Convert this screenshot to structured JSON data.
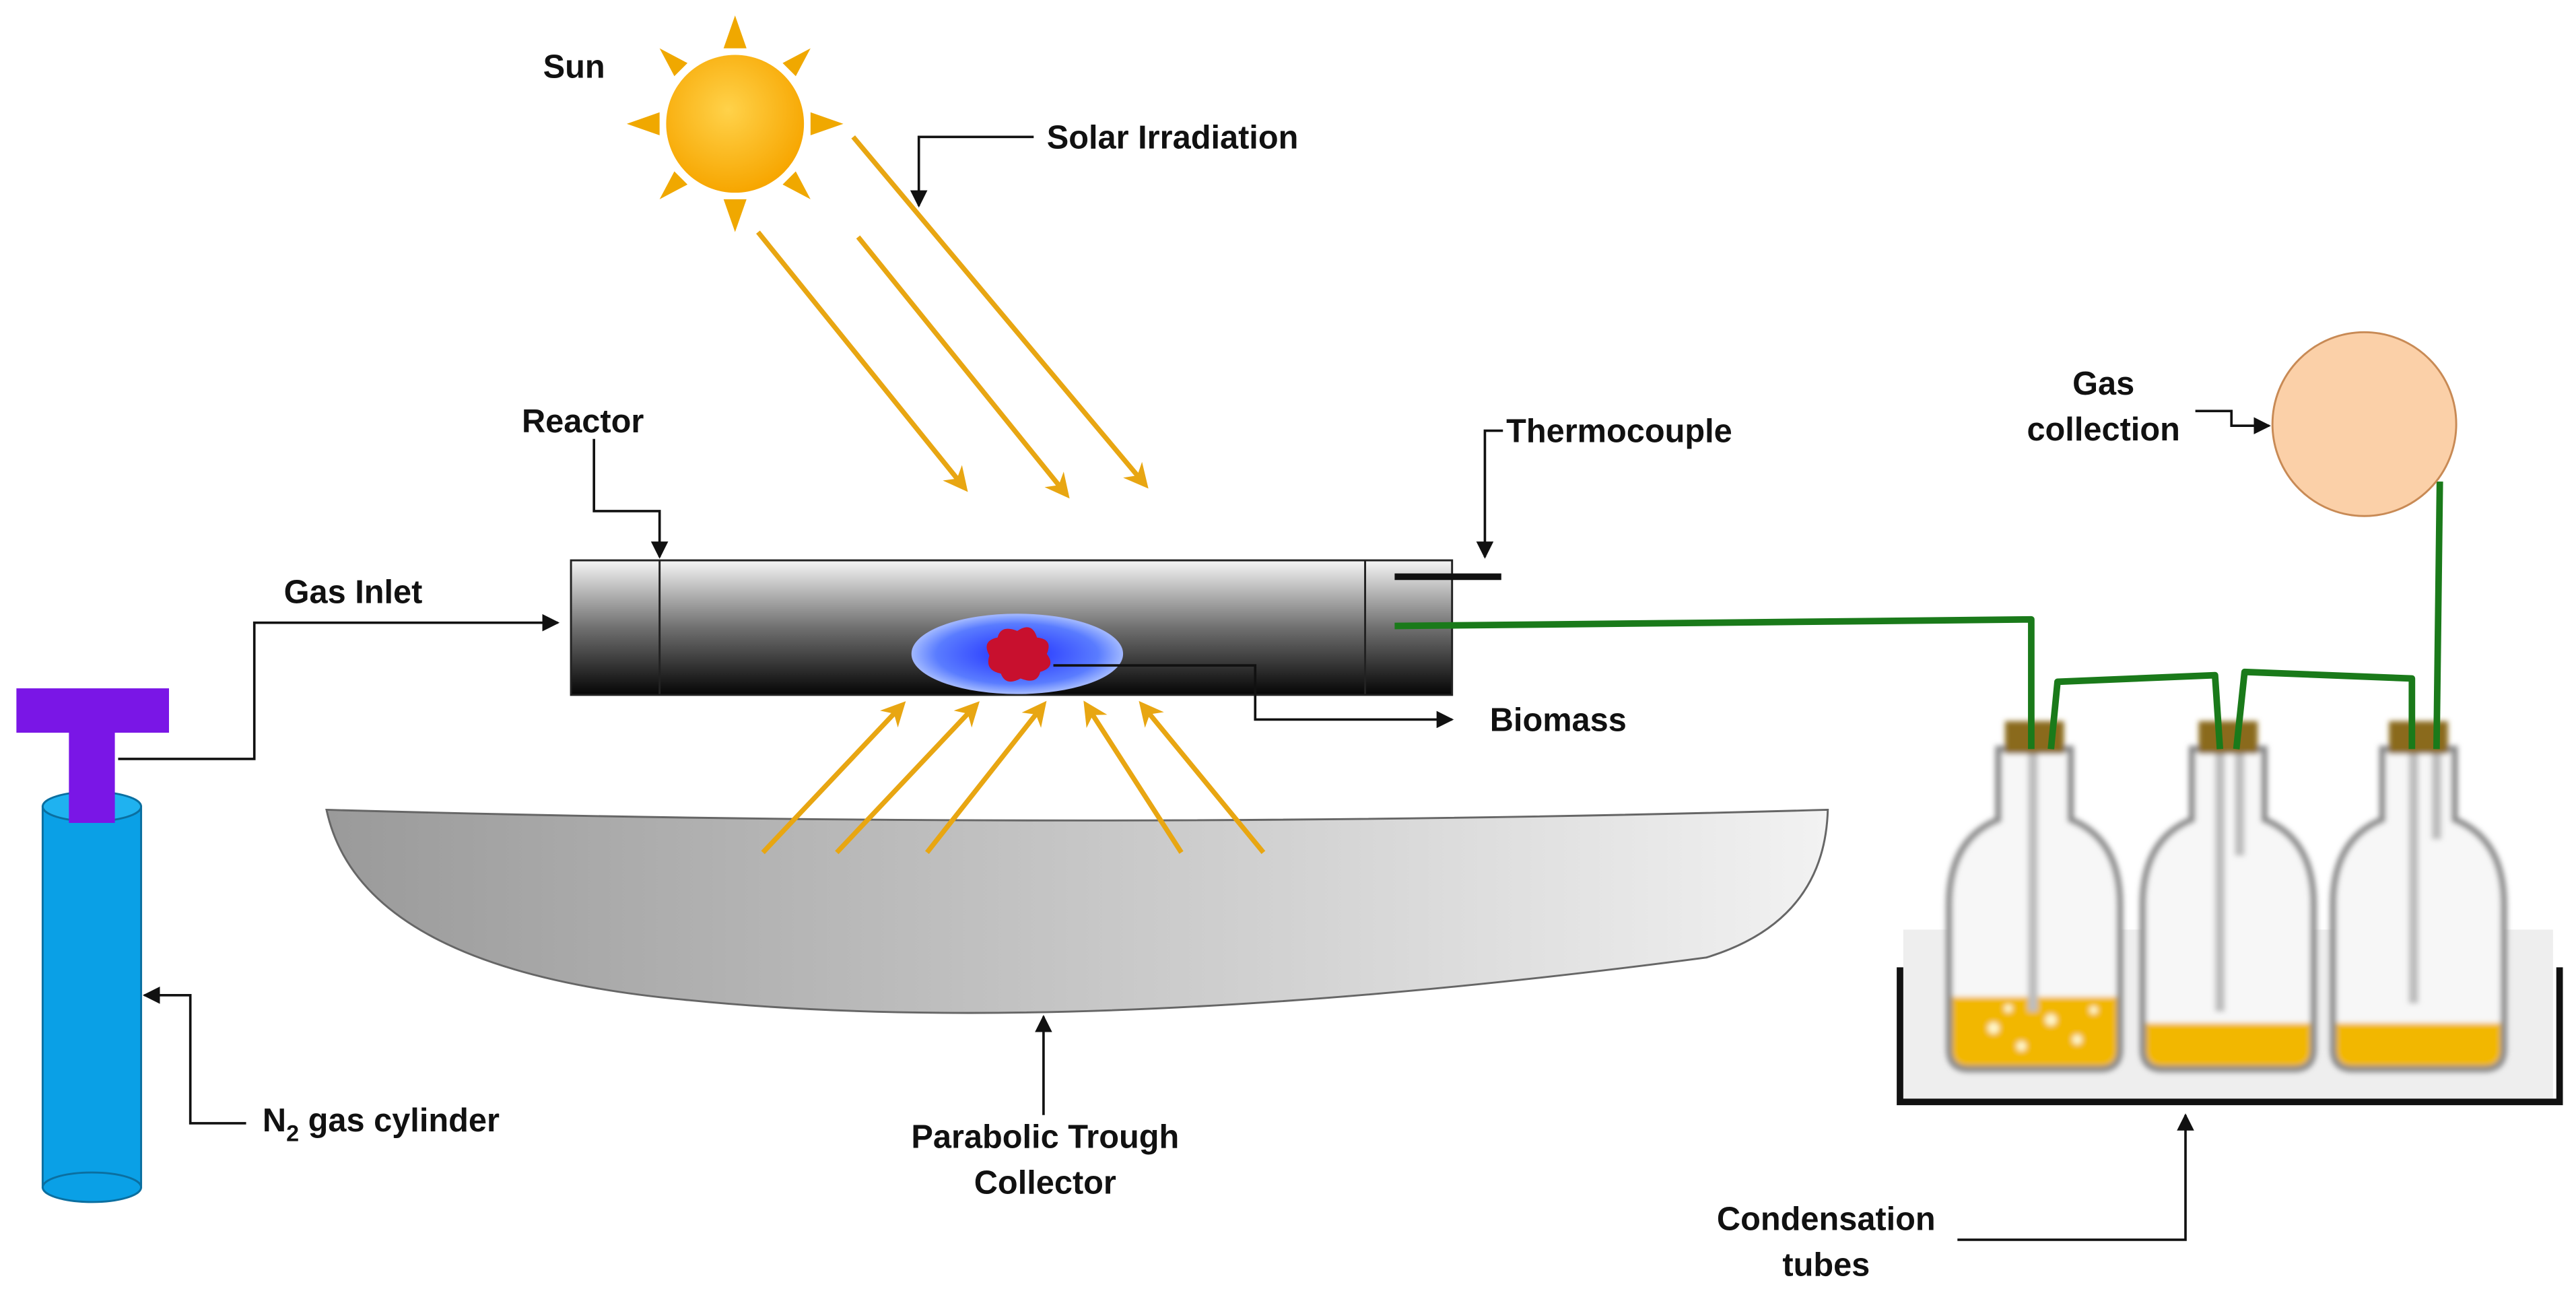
{
  "labels": {
    "sun": "Sun",
    "solar_irradiation": "Solar Irradiation",
    "reactor": "Reactor",
    "thermocouple": "Thermocouple",
    "gas_inlet": "Gas Inlet",
    "biomass": "Biomass",
    "n2_cylinder_n": "N",
    "n2_cylinder_sub": "2",
    "n2_cylinder_rest": " gas cylinder",
    "collector_line1": "Parabolic Trough",
    "collector_line2": "Collector",
    "gas_collection_line1": "Gas",
    "gas_collection_line2": "collection",
    "condensation_line1": "Condensation",
    "condensation_line2": "tubes"
  },
  "colors": {
    "sun_fill": "#ffc000",
    "sun_rays": "#f0a800",
    "light_rays": "#e8a612",
    "cylinder": "#0aa0e6",
    "valve": "#7a16e6",
    "tubing": "#1a7a1a",
    "gas_bag": "#fbd0a8",
    "liquid": "#f2b705",
    "biomass": "#c8102e",
    "biomass_dish": "#3a5cff"
  }
}
